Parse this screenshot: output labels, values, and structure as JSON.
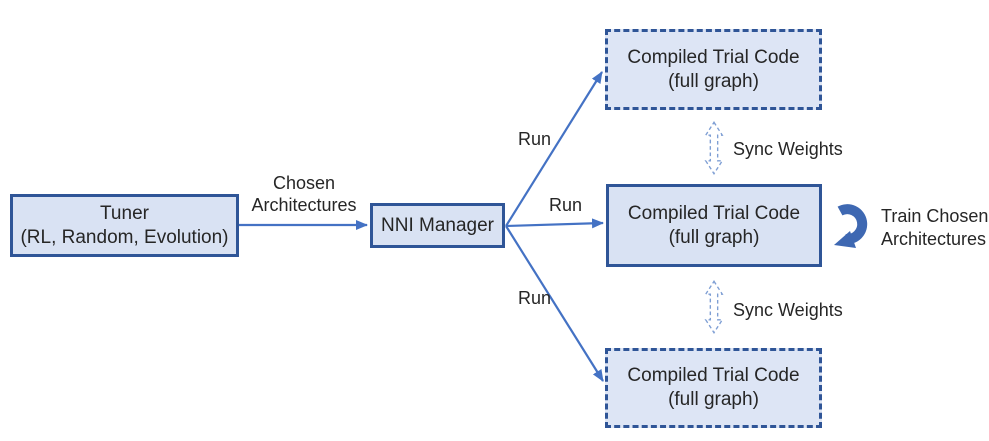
{
  "diagram": {
    "colors": {
      "box_border": "#2f5597",
      "box_fill_solid": "#d9e2f3",
      "box_fill_dashed": "#dde5f5",
      "connector_arrow": "#4472c4",
      "sync_arrow": "#7f9fd4",
      "loop_arrow": "#3e68b2",
      "text": "#262626"
    },
    "nodes": {
      "tuner": {
        "line1": "Tuner",
        "line2": "(RL, Random, Evolution)"
      },
      "nni_manager": {
        "label": "NNI Manager"
      },
      "trial_top": {
        "line1": "Compiled Trial Code",
        "line2": "(full graph)"
      },
      "trial_mid": {
        "line1": "Compiled Trial Code",
        "line2": "(full graph)"
      },
      "trial_bottom": {
        "line1": "Compiled Trial Code",
        "line2": "(full graph)"
      }
    },
    "labels": {
      "chosen": {
        "line1": "Chosen",
        "line2": "Architectures"
      },
      "run_top": "Run",
      "run_middle": "Run",
      "run_bottom": "Run",
      "sync_top": "Sync Weights",
      "sync_bottom": "Sync Weights",
      "train": {
        "line1": "Train Chosen",
        "line2": "Architectures"
      }
    },
    "icons": {
      "sync_top": "dashed-double-vertical-arrow-icon",
      "sync_bottom": "dashed-double-vertical-arrow-icon",
      "train_loop": "circular-loop-arrow-icon"
    }
  }
}
